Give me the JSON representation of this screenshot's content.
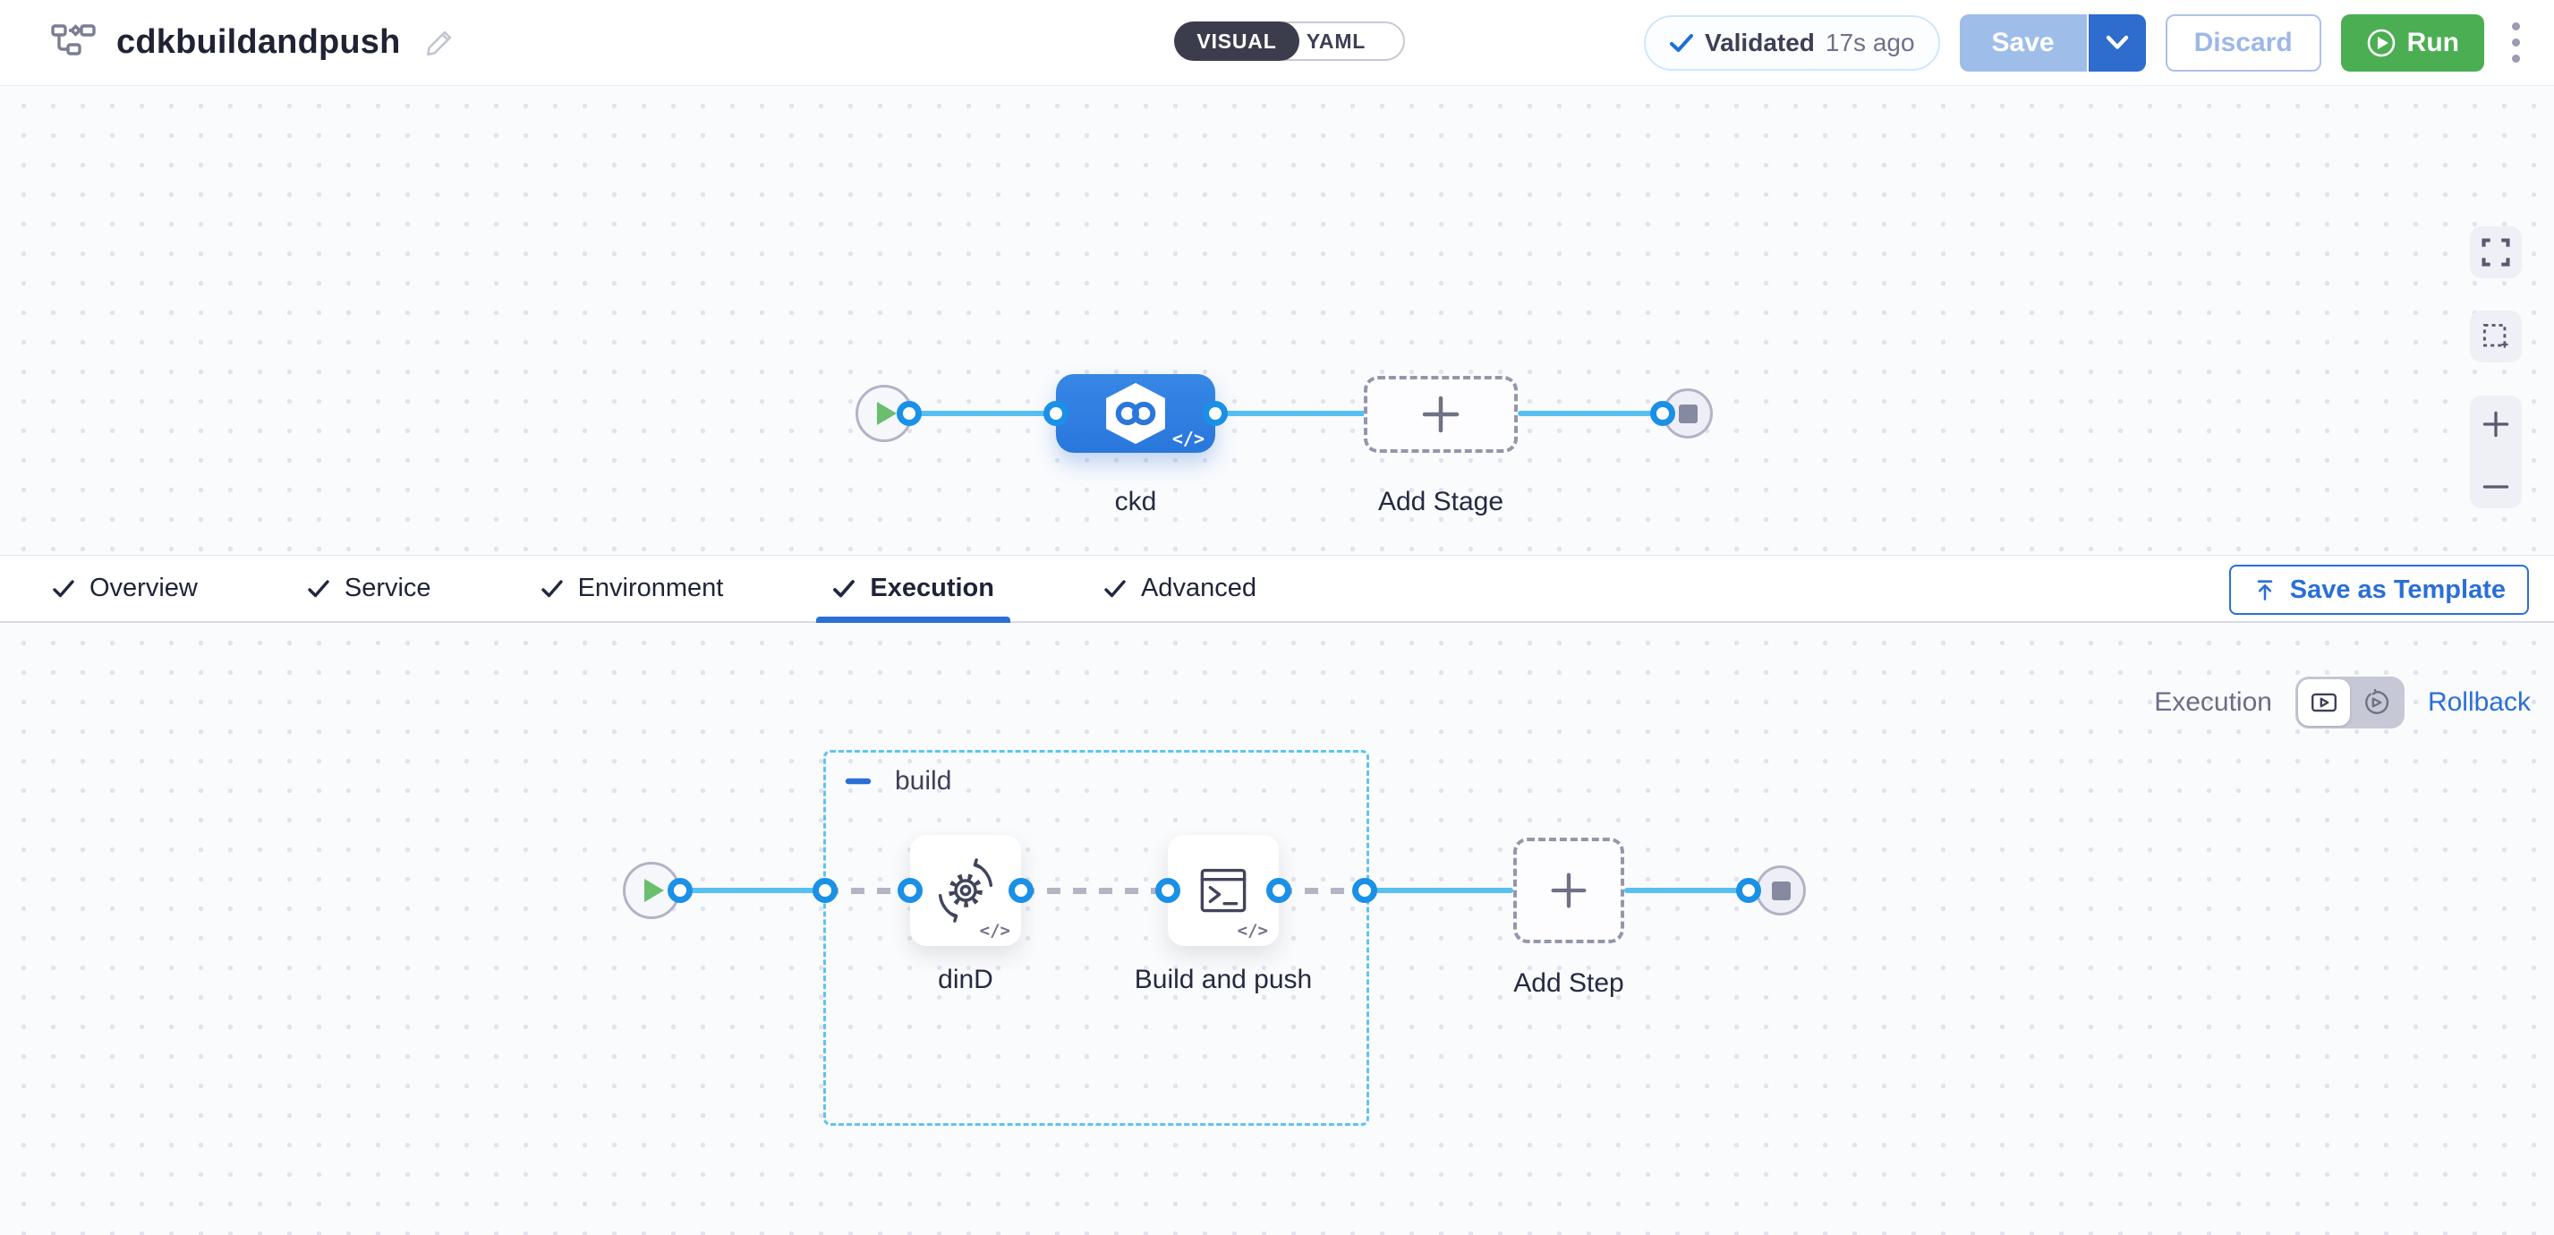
{
  "header": {
    "title": "cdkbuildandpush",
    "mode_toggle": {
      "visual": "VISUAL",
      "yaml": "YAML",
      "selected": "VISUAL"
    },
    "validated": {
      "label": "Validated",
      "time": "17s ago"
    },
    "save": "Save",
    "discard": "Discard",
    "run": "Run"
  },
  "stage_canvas": {
    "stage_label": "ckd",
    "add_stage_label": "Add Stage"
  },
  "tabs": {
    "items": [
      {
        "label": "Overview",
        "checked": true
      },
      {
        "label": "Service",
        "checked": true
      },
      {
        "label": "Environment",
        "checked": true
      },
      {
        "label": "Execution",
        "checked": true
      },
      {
        "label": "Advanced",
        "checked": true
      }
    ],
    "active": "Execution",
    "save_as_template": "Save as Template"
  },
  "execution": {
    "mode_label": "Execution",
    "rollback_label": "Rollback",
    "group_label": "build",
    "steps": [
      {
        "label": "dinD"
      },
      {
        "label": "Build and push"
      }
    ],
    "add_step_label": "Add Step",
    "code_glyph": "</>"
  },
  "colors": {
    "accent_blue": "#2a6fd6",
    "stage_node_blue": "#2e80e0",
    "connector_blue": "#57c0f2",
    "ring_blue": "#1a90e6",
    "run_green": "#4cae52",
    "save_disabled_blue": "#9fbde9",
    "dark_toggle": "#3b3d4c",
    "canvas_bg": "#fafbfd",
    "group_dash_blue": "#5fc2f2"
  }
}
